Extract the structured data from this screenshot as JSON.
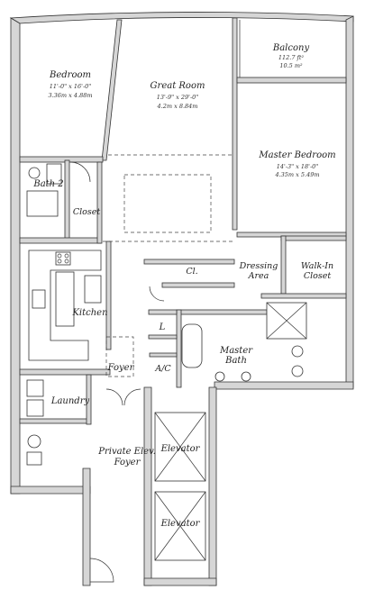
{
  "rooms": {
    "bedroom": {
      "name": "Bedroom",
      "dim_imperial": "11'-0\" x 16'-0\"",
      "dim_metric": "3.36m x 4.88m"
    },
    "great_room": {
      "name": "Great Room",
      "dim_imperial": "13'-9\" x 29'-0\"",
      "dim_metric": "4.2m x 8.84m"
    },
    "balcony": {
      "name": "Balcony",
      "area_imperial": "112.7 ft²",
      "area_metric": "10.5 m²"
    },
    "master_bedroom": {
      "name": "Master Bedroom",
      "dim_imperial": "14'-3\" x 18'-0\"",
      "dim_metric": "4.35m x 5.49m"
    },
    "bath2": {
      "name": "Bath 2"
    },
    "closet": {
      "name": "Closet"
    },
    "cl": {
      "name": "Cl."
    },
    "dressing_area": {
      "line1": "Dressing",
      "line2": "Area"
    },
    "walk_in_closet": {
      "line1": "Walk-In",
      "line2": "Closet"
    },
    "kitchen": {
      "name": "Kitchen"
    },
    "l": {
      "name": "L"
    },
    "foyer": {
      "name": "Foyer"
    },
    "ac": {
      "name": "A/C"
    },
    "master_bath": {
      "line1": "Master",
      "line2": "Bath"
    },
    "laundry": {
      "name": "Laundry"
    },
    "private_elev_foyer": {
      "line1": "Private Elev.",
      "line2": "Foyer"
    },
    "elevator_1": {
      "name": "Elevator"
    },
    "elevator_2": {
      "name": "Elevator"
    }
  }
}
